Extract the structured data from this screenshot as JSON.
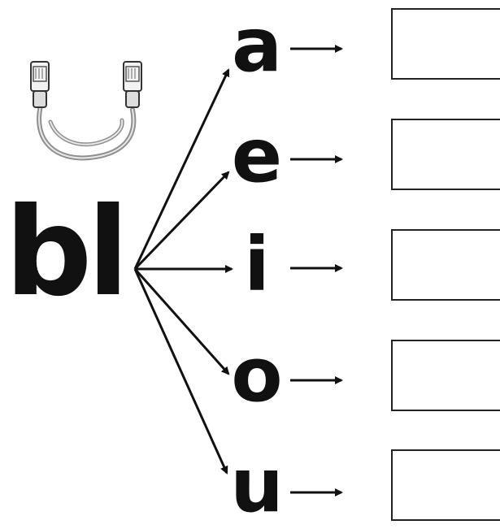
{
  "worksheet": {
    "prefix": "bl",
    "vowels": [
      "a",
      "e",
      "i",
      "o",
      "u"
    ],
    "picture_icon": "ethernet-cable-icon",
    "colors": {
      "ink": "#111111",
      "box_border": "#222222",
      "cable": "#9a9a9a",
      "background": "#ffffff"
    }
  }
}
